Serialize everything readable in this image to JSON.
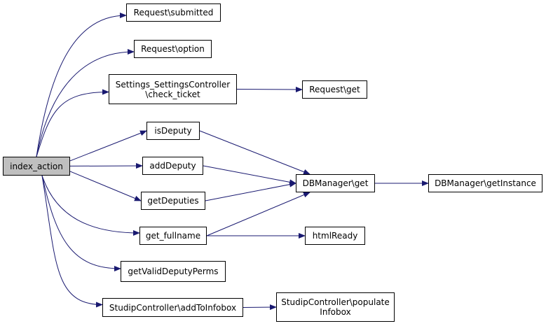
{
  "graph": {
    "colors": {
      "edge": "#191970",
      "root_fill": "#bfbfbf",
      "node_fill": "#ffffff",
      "border": "#000000"
    },
    "nodes": {
      "index_action": {
        "lines": [
          "index_action"
        ],
        "root": true
      },
      "submitted": {
        "lines": [
          "Request\\submitted"
        ]
      },
      "option": {
        "lines": [
          "Request\\option"
        ]
      },
      "check_ticket": {
        "lines": [
          "Settings_SettingsController",
          "\\check_ticket"
        ]
      },
      "request_get": {
        "lines": [
          "Request\\get"
        ]
      },
      "isDeputy": {
        "lines": [
          "isDeputy"
        ]
      },
      "addDeputy": {
        "lines": [
          "addDeputy"
        ]
      },
      "getDeputies": {
        "lines": [
          "getDeputies"
        ]
      },
      "get_fullname": {
        "lines": [
          "get_fullname"
        ]
      },
      "getValidDeputyPerms": {
        "lines": [
          "getValidDeputyPerms"
        ]
      },
      "addToInfobox": {
        "lines": [
          "StudipController\\addToInfobox"
        ]
      },
      "dbmanager_get": {
        "lines": [
          "DBManager\\get"
        ]
      },
      "getInstance": {
        "lines": [
          "DBManager\\getInstance"
        ]
      },
      "htmlReady": {
        "lines": [
          "htmlReady"
        ]
      },
      "populateInfobox": {
        "lines": [
          "StudipController\\populate",
          "Infobox"
        ]
      }
    },
    "edges": [
      [
        "index_action",
        "submitted"
      ],
      [
        "index_action",
        "option"
      ],
      [
        "index_action",
        "check_ticket"
      ],
      [
        "index_action",
        "isDeputy"
      ],
      [
        "index_action",
        "addDeputy"
      ],
      [
        "index_action",
        "getDeputies"
      ],
      [
        "index_action",
        "get_fullname"
      ],
      [
        "index_action",
        "getValidDeputyPerms"
      ],
      [
        "index_action",
        "addToInfobox"
      ],
      [
        "check_ticket",
        "request_get"
      ],
      [
        "isDeputy",
        "dbmanager_get"
      ],
      [
        "addDeputy",
        "dbmanager_get"
      ],
      [
        "getDeputies",
        "dbmanager_get"
      ],
      [
        "get_fullname",
        "dbmanager_get"
      ],
      [
        "get_fullname",
        "htmlReady"
      ],
      [
        "dbmanager_get",
        "getInstance"
      ],
      [
        "addToInfobox",
        "populateInfobox"
      ]
    ]
  }
}
